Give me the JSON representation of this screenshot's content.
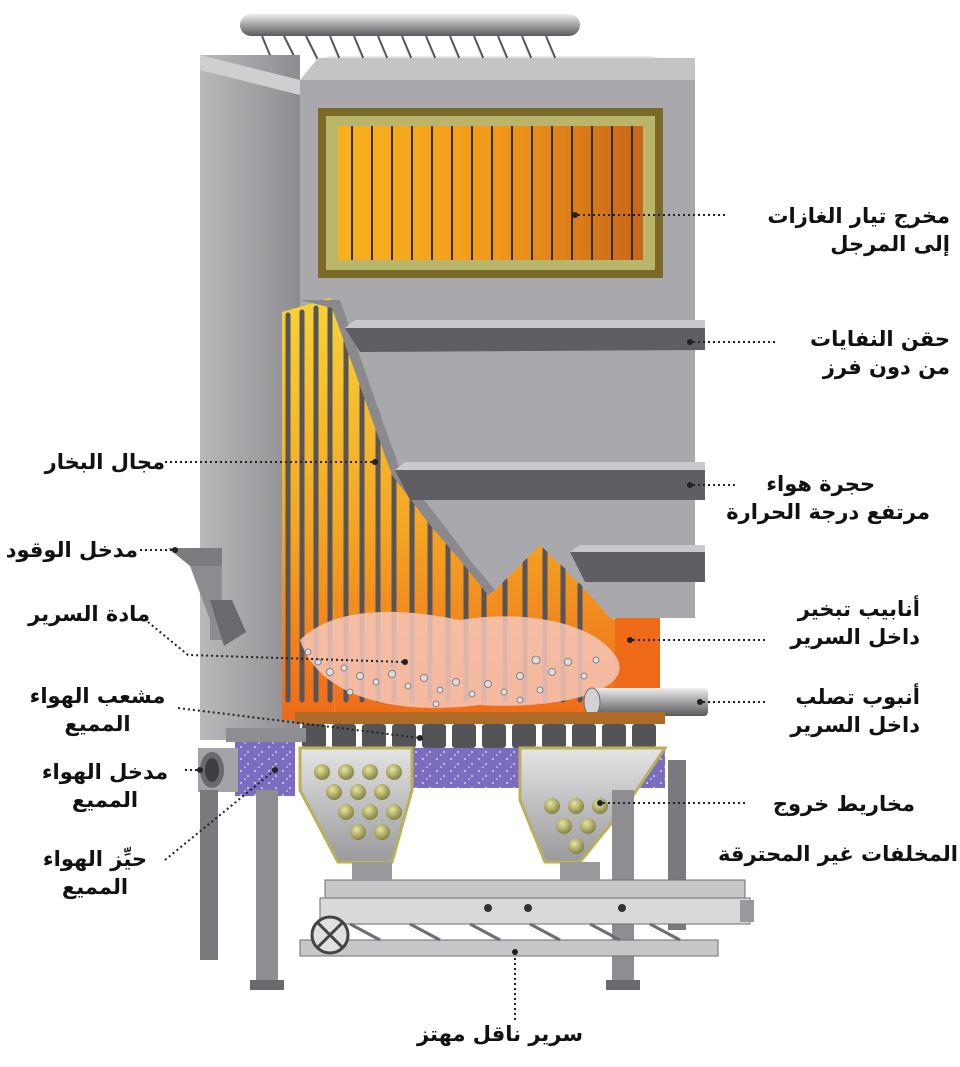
{
  "labels": {
    "gas_outlet": {
      "line1": "مخرج تيار الغازات",
      "line2": "إلى المرجل"
    },
    "waste_injection": {
      "line1": "حقن النفايات",
      "line2": "من دون فرز"
    },
    "high_temp_air_chamber": {
      "line1": "حجرة هواء",
      "line2": "مرتفع درجة الحرارة"
    },
    "in_bed_evaporator_tubes": {
      "line1": "أنابيب تبخير",
      "line2": "داخل السرير"
    },
    "in_bed_hardening_tube": {
      "line1": "أنبوب تصلب",
      "line2": "داخل السرير"
    },
    "outlet_cones": {
      "line1": "مخاريط خروج"
    },
    "unburned_residue": {
      "line1": "المخلفات غير المحترقة"
    },
    "steam_field": {
      "line1": "مجال البخار"
    },
    "fuel_inlet": {
      "line1": "مدخل الوقود"
    },
    "bed_material": {
      "line1": "مادة السرير"
    },
    "fluidizing_air_distributor": {
      "line1": "مشعب الهواء",
      "line2": "المميع"
    },
    "fluidizing_air_inlet": {
      "line1": "مدخل الهواء",
      "line2": "المميع"
    },
    "fluidizing_air_plenum": {
      "line1": "حيِّز الهواء",
      "line2": "المميع"
    },
    "vibrating_conveyor": {
      "line1": "سرير ناقل مهتز"
    }
  },
  "colors": {
    "casing": "#a7a7aa",
    "casing_dark": "#6e6e72",
    "flame_orange": "#f08a1c",
    "flame_yellow": "#f7c530",
    "plenum_purple": "#7b6cc0",
    "grate_dark": "#545458"
  }
}
